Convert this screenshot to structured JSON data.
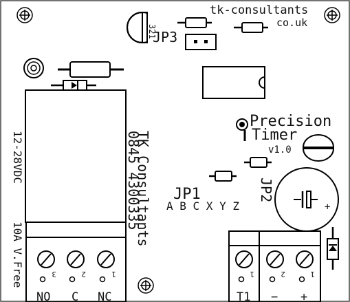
{
  "brand": {
    "line1": "tk-consultants",
    "line2": "co.uk"
  },
  "title": {
    "line1": "Precision",
    "line2": "Timer",
    "version": "v1.0"
  },
  "vertical_text": {
    "company_1": "TK Consultants",
    "company_2": "0845 4300335",
    "voltage": "12-28VDC",
    "current": "10A V.Free"
  },
  "jumpers": {
    "jp1_label": "JP1",
    "jp1_options": "A B C X Y Z",
    "jp2_label": "JP2",
    "jp3_label": "JP3",
    "jp3_pins": "321"
  },
  "terminals": {
    "relay_labels": [
      "NO",
      "C",
      "NC"
    ],
    "relay_pin_numbers": [
      "3",
      "2",
      "1"
    ],
    "input_label": "T1",
    "input_pin_number": "1",
    "power_labels": [
      "−",
      "+"
    ],
    "power_pin_numbers": [
      "2",
      "1"
    ]
  },
  "capacitor": {
    "polarity": "+"
  },
  "colors": {
    "ink": "#111111",
    "background": "#ffffff"
  }
}
